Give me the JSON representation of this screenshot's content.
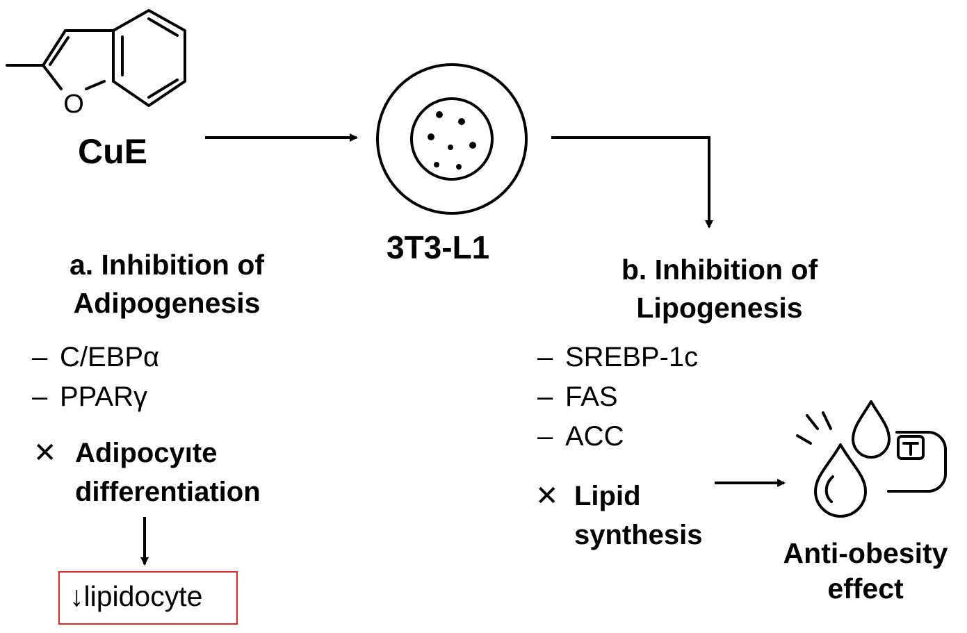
{
  "compound": {
    "atom_label": "O",
    "name": "CuE"
  },
  "cell": {
    "name": "3T3-L1"
  },
  "section_a": {
    "title_line1": "a. Inhibition of",
    "title_line2": "Adipogenesis",
    "markers": [
      {
        "dash": "–",
        "name": "C/EBPα"
      },
      {
        "dash": "–",
        "name": "PPARγ"
      }
    ],
    "outcome_symbol": "✕",
    "outcome_line1": "Adipocyıte",
    "outcome_line2": "differentiation",
    "result_arrow": "↓",
    "result_text": "lipidocyte"
  },
  "section_b": {
    "title_line1": "b. Inhibition of",
    "title_line2": "Lipogenesis",
    "markers": [
      {
        "dash": "–",
        "name": "SREBP-1c"
      },
      {
        "dash": "–",
        "name": "FAS"
      },
      {
        "dash": "–",
        "name": "ACC"
      }
    ],
    "outcome_symbol": "✕",
    "outcome_line1": "Lipid",
    "outcome_line2": "synthesis"
  },
  "effect": {
    "line1": "Anti-obesity",
    "line2": "effect",
    "icon": "fat-droplets-scale-icon"
  },
  "colors": {
    "ink": "#000000",
    "highlight_box": "#d42a2a",
    "background": "#ffffff"
  }
}
